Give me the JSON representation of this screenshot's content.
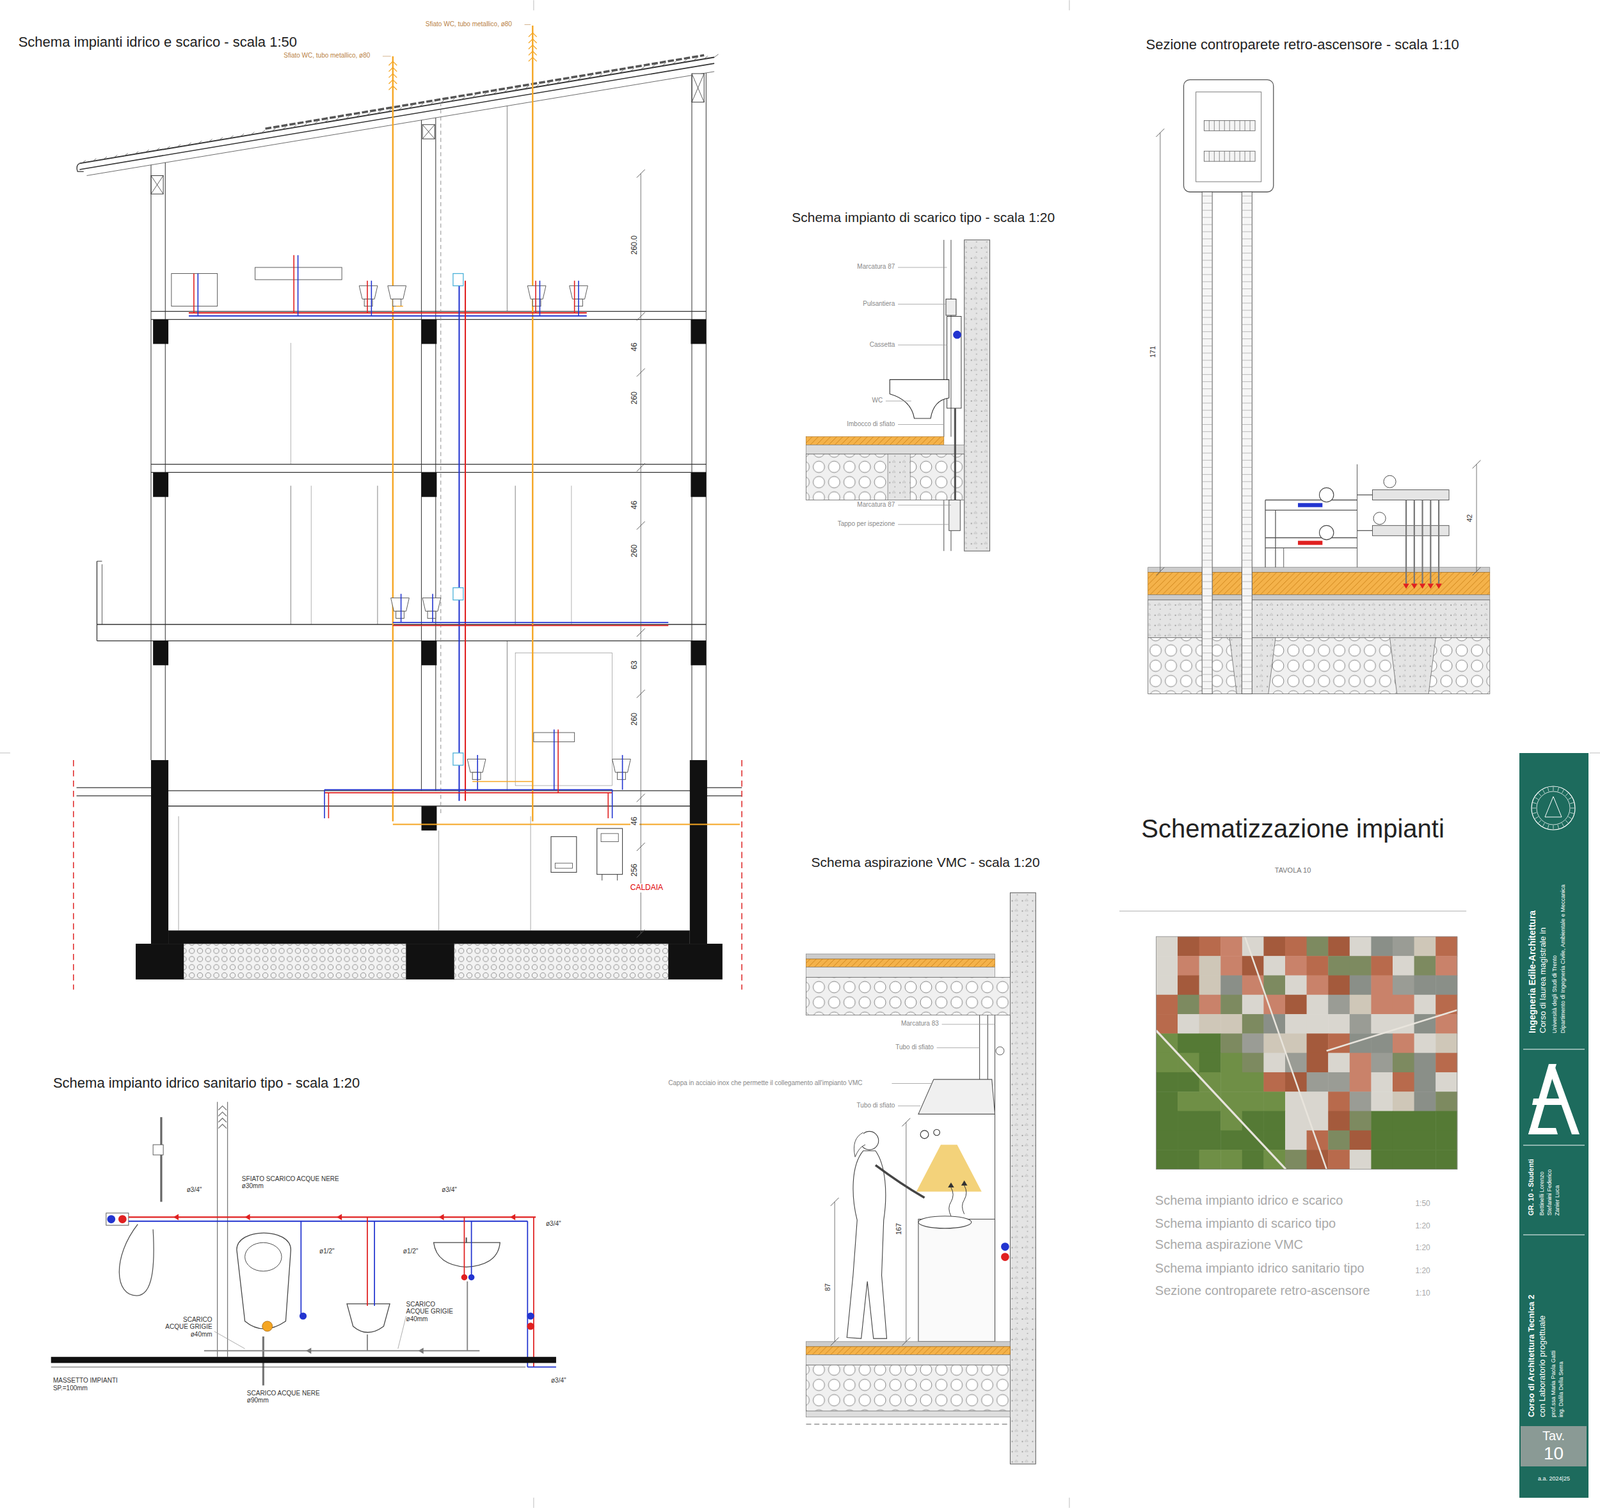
{
  "diagram": {
    "title": "Schematizzazione impianti",
    "nodes": [
      {
        "text": [
          "Ingegneria Edile-Architettura",
          "Corso di laurea magistrale in",
          "Università degli Studi di Trento",
          "Dipartimento di Ingegneria Civile, Ambientale e Meccanica",
          "GR. 10 - Studenti",
          "Bettinelli Lorenzo",
          "Stefanini Federico",
          "Zanier Luca",
          "Corso di Architettura Tecnica 2",
          "con Laboratorio progettuale",
          "prof.ssa Maria Paola Gatti",
          "ing. Dalila Della Serra",
          "a.a. 2024|25"
        ]
      },
      {
        "text": [
          "Tav.",
          "10"
        ],
        "in": 0
      }
    ],
    "labels": [
      "Schema impianti idrico e scarico - scala 1:50",
      "Sfiato WC, tubo metallico, ø80",
      "Sfiato WC, tubo metallico, ø80",
      "260.0",
      "46",
      "260",
      "46",
      "260",
      "63",
      "260",
      "46",
      "256",
      "CALDAIA",
      "Schema impianto di scarico tipo - scala 1:20",
      "Marcatura 87",
      "Pulsantiera",
      "Cassetta",
      "WC",
      "Imbocco di sfiato",
      "Marcatura 87",
      "Tappo per ispezione",
      "Sezione controparete retro-ascensore - scala 1:10",
      "171",
      "42",
      "Schema aspirazione VMC - scala 1:20",
      "Marcatura 83",
      "Tubo di sfiato",
      "Cappa in acciaio inox che permette il collegamento all'impianto VMC",
      "Tubo di sfiato",
      "167",
      "87",
      "Schema impianto idrico sanitario tipo - scala 1:20",
      "SFIATO SCARICO ACQUE NERE ø30mm",
      "ø3/4\"",
      "ø3/4\"",
      "ø1/2\"",
      "ø1/2\"",
      "ø3/4\"",
      "SCARICO ACQUE GRIGIE ø40mm",
      "SCARICO ACQUE GRIGIE ø40mm",
      "MASSETTO IMPIANTI SP.=100mm",
      "SCARICO ACQUE NERE ø90mm",
      "ø3/4\"",
      "TAVOLA 10",
      "Schema impianto idrico e scarico",
      "1:50",
      "Schema impianto di scarico tipo",
      "1:20",
      "Schema aspirazione VMC",
      "1:20",
      "Schema impianto idrico sanitario tipo",
      "1:20",
      "Sezione controparete retro-ascensore",
      "1:10"
    ]
  }
}
